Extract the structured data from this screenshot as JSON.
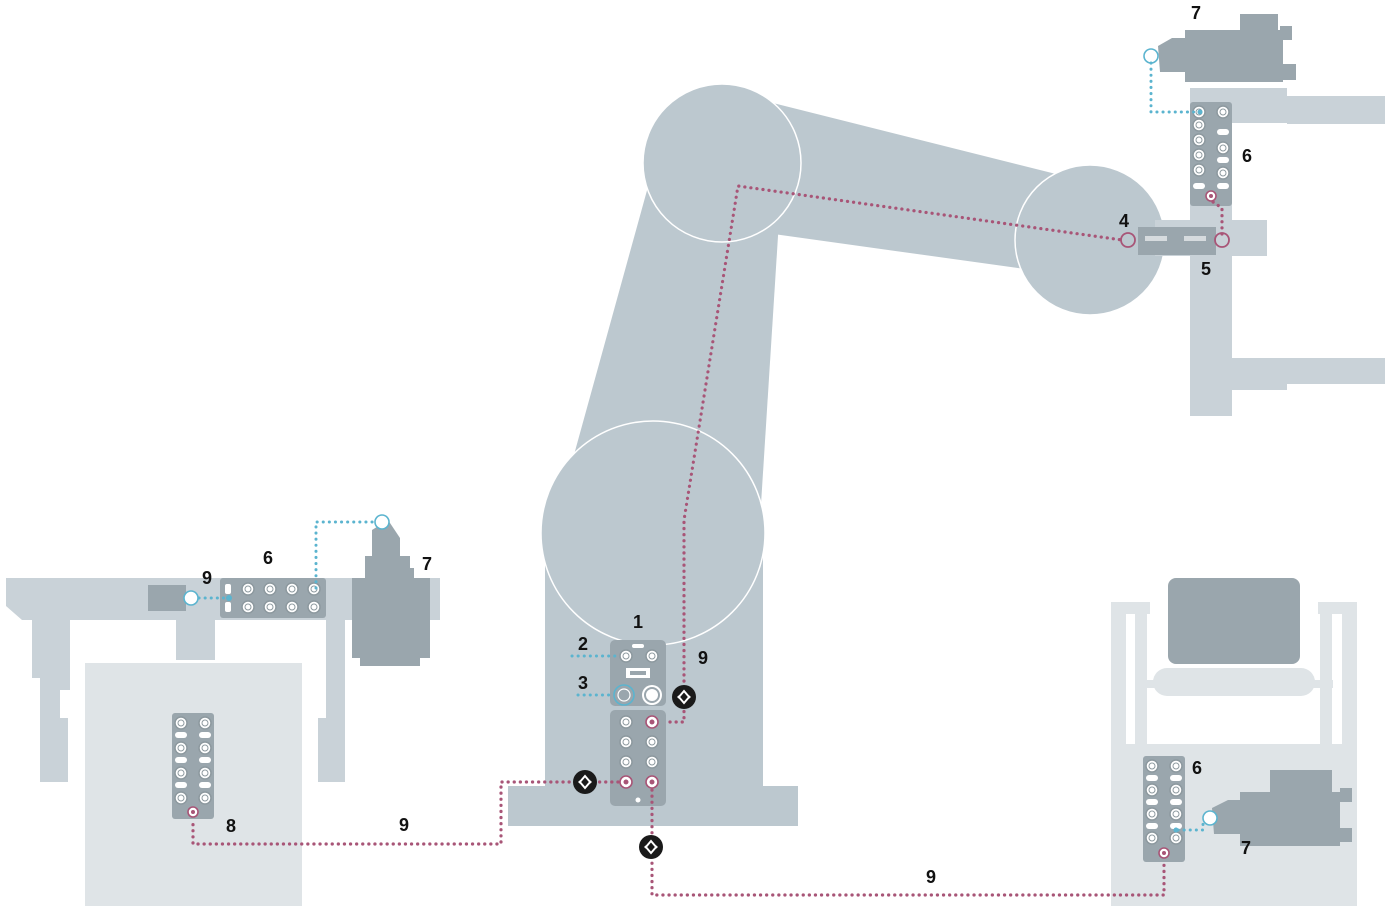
{
  "colors": {
    "robot": "#bcc8cf",
    "machine": "#c9d2d8",
    "box_fill": "#dfe4e7",
    "device_dark": "#9aa6ad",
    "module_face": "#c7d0d5",
    "port_ring": "#8d999f",
    "pink_line": "#a85577",
    "blue_line": "#5bb4cf",
    "black_icon": "#1a1a1a",
    "label": "#111111"
  },
  "icons": [
    "arrow-swap-icon"
  ],
  "labels": {
    "hub_main": "1",
    "blue_port_2": "2",
    "blue_port_3": "3",
    "arm_port_4": "4",
    "arm_connector_5": "5",
    "module_left": "6",
    "module_top_right": "6",
    "module_bottom_right": "6",
    "drive_left": "7",
    "drive_top_right": "7",
    "drive_bottom_right": "7",
    "box_module": "8",
    "line_left_sensor": "9",
    "line_arm": "9",
    "line_bottom_left": "9",
    "line_bottom_right": "9"
  }
}
